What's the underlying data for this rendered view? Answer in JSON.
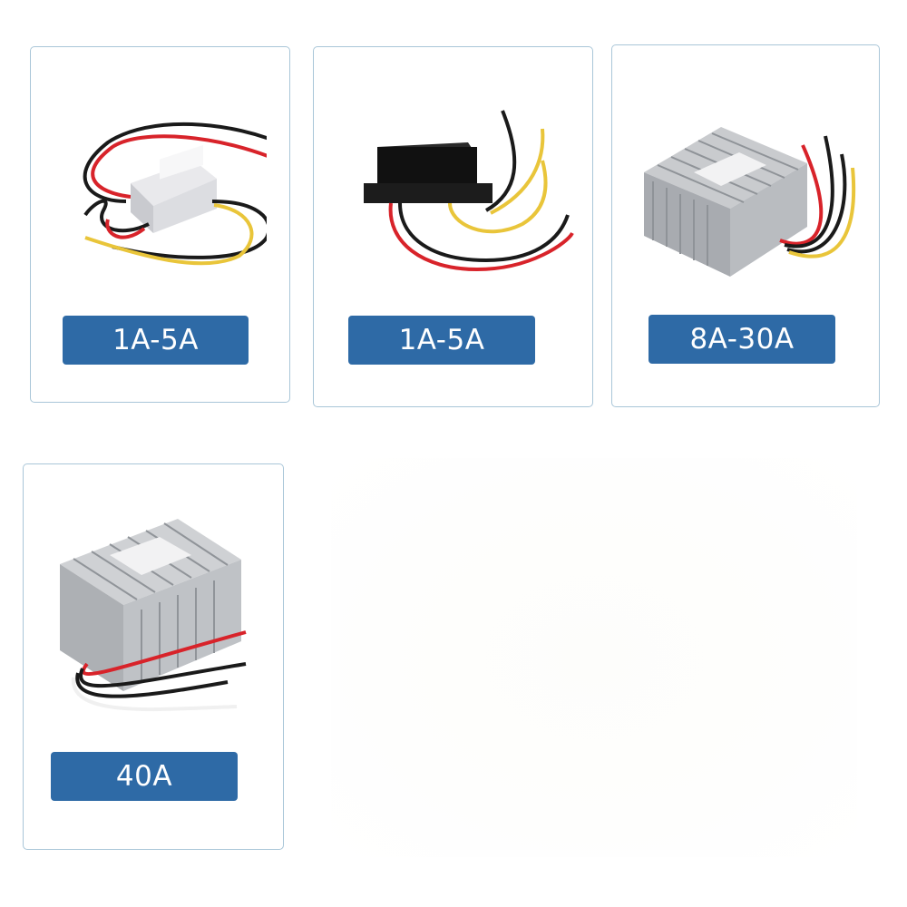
{
  "products": [
    {
      "label": "1A-5A",
      "image": "silver-converter-2-wires-each-side-icon",
      "wire_colors": [
        "#1a1a1a",
        "#d8232a",
        "#e9c53a"
      ]
    },
    {
      "label": "1A-5A",
      "image": "black-converter-4-wires-icon",
      "wire_colors": [
        "#1a1a1a",
        "#d8232a",
        "#e9c53a"
      ]
    },
    {
      "label": "8A-30A",
      "image": "finned-aluminium-converter-icon",
      "wire_colors": [
        "#1a1a1a",
        "#d8232a",
        "#e9c53a"
      ]
    },
    {
      "label": "40A",
      "image": "large-finned-aluminium-converter-icon",
      "wire_colors": [
        "#1a1a1a",
        "#d8232a",
        "#ffffff"
      ]
    }
  ],
  "colors": {
    "label_bg": "#2e6aa6",
    "label_text": "#ffffff",
    "card_border": "#a9c6d8"
  }
}
